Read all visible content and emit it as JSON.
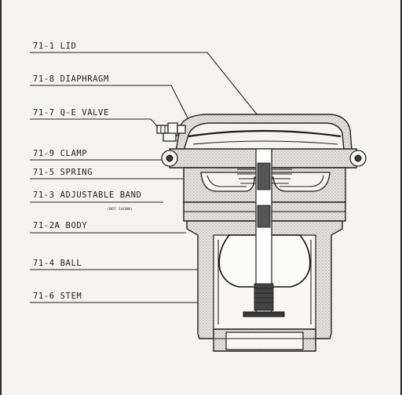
{
  "labels": {
    "lid": "71-1 LID",
    "diaphragm": "71-8 DIAPHRAGM",
    "qe_valve": "71-7 Q-E VALVE",
    "clamp": "71-9 CLAMP",
    "spring": "71-5 SPRING",
    "adjustable_band": "71-3 ADJUSTABLE BAND",
    "not_shown": "(NOT SHOWN)",
    "body": "71-2A BODY",
    "ball": "71-4 BALL",
    "stem": "71-6 STEM"
  }
}
